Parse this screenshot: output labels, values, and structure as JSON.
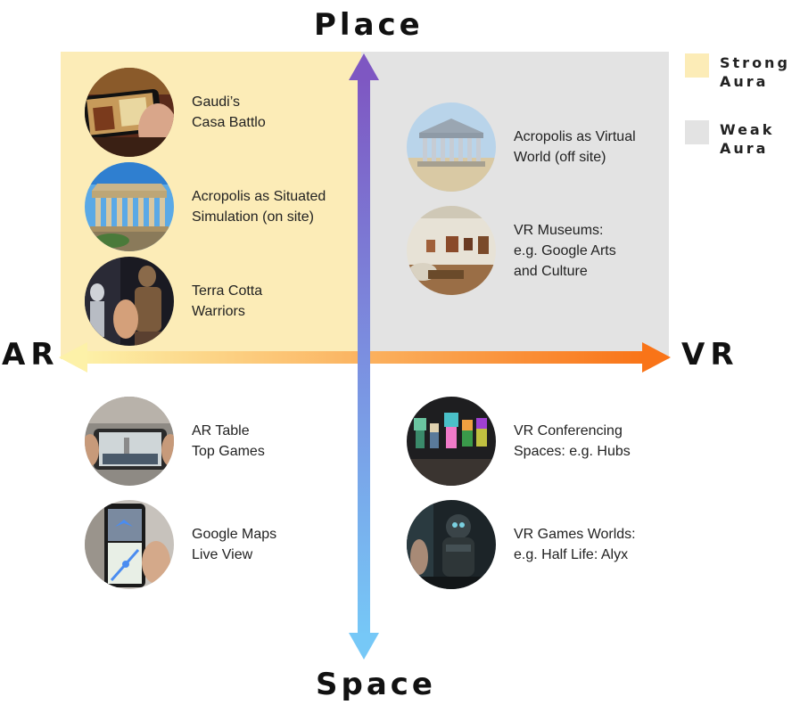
{
  "axes": {
    "top": "Place",
    "bottom": "Space",
    "left": "AR",
    "right": "VR"
  },
  "legend": [
    {
      "line1": "Strong",
      "line2": "Aura",
      "color": "#fcecb7"
    },
    {
      "line1": "Weak",
      "line2": "Aura",
      "color": "#e3e3e3"
    }
  ],
  "entries": [
    {
      "line1": "Gaudi’s",
      "line2": "Casa Battlo",
      "line3": ""
    },
    {
      "line1": "Acropolis as Situated",
      "line2": "Simulation (on site)",
      "line3": ""
    },
    {
      "line1": "Terra Cotta",
      "line2": "Warriors",
      "line3": ""
    },
    {
      "line1": "Acropolis as Virtual",
      "line2": "World (off site)",
      "line3": ""
    },
    {
      "line1": "VR Museums:",
      "line2": "e.g. Google Arts",
      "line3": "and Culture"
    },
    {
      "line1": "AR Table",
      "line2": "Top Games",
      "line3": ""
    },
    {
      "line1": "Google Maps",
      "line2": "Live View",
      "line3": ""
    },
    {
      "line1": "VR Conferencing",
      "line2": "Spaces: e.g. Hubs",
      "line3": ""
    },
    {
      "line1": "VR Games Worlds:",
      "line2": "e.g. Half Life: Alyx",
      "line3": ""
    }
  ],
  "colors": {
    "strong_aura": "#fcecb7",
    "weak_aura": "#e3e3e3",
    "horizontal_arrow_start": "#fdeea0",
    "horizontal_arrow_end": "#f97418",
    "vertical_arrow_top": "#7e57c2",
    "vertical_arrow_bottom": "#76c8f7"
  }
}
